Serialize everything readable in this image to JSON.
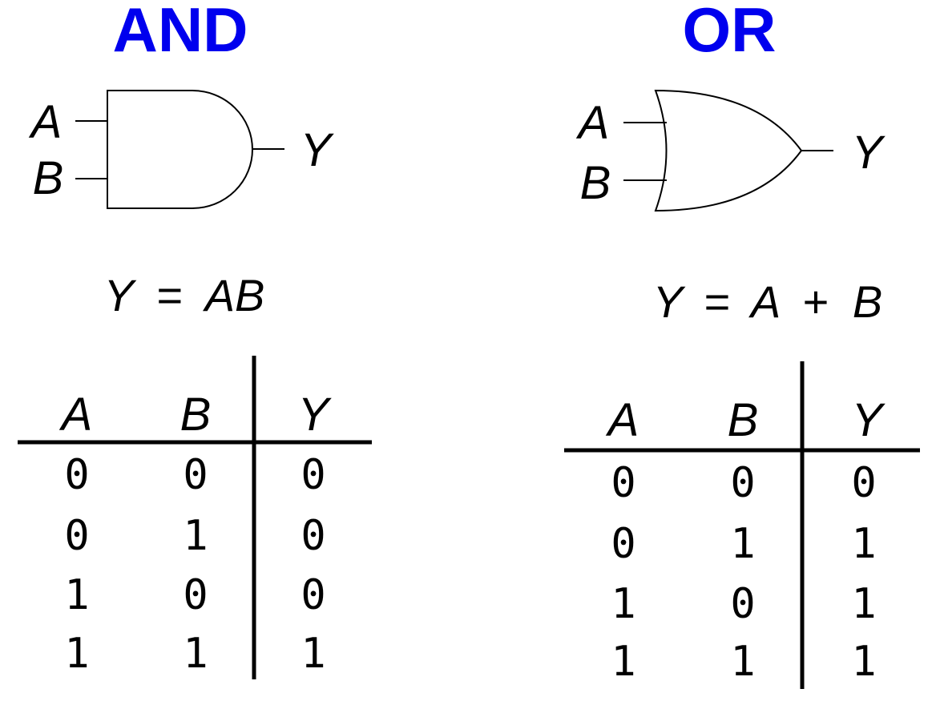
{
  "colors": {
    "title": "#0000ee",
    "ink": "#000000",
    "background": "#ffffff"
  },
  "gates": [
    {
      "title": "AND",
      "inputs": [
        "A",
        "B"
      ],
      "output": "Y",
      "equation": {
        "lhs": "Y",
        "op": "=",
        "rhs": "AB"
      },
      "truth_table": {
        "headers": [
          "A",
          "B",
          "Y"
        ],
        "rows": [
          [
            "0",
            "0",
            "0"
          ],
          [
            "0",
            "1",
            "0"
          ],
          [
            "1",
            "0",
            "0"
          ],
          [
            "1",
            "1",
            "1"
          ]
        ]
      }
    },
    {
      "title": "OR",
      "inputs": [
        "A",
        "B"
      ],
      "output": "Y",
      "equation": {
        "lhs": "Y",
        "op": "=",
        "rhs_a": "A",
        "plus": "+",
        "rhs_b": "B"
      },
      "truth_table": {
        "headers": [
          "A",
          "B",
          "Y"
        ],
        "rows": [
          [
            "0",
            "0",
            "0"
          ],
          [
            "0",
            "1",
            "1"
          ],
          [
            "1",
            "0",
            "1"
          ],
          [
            "1",
            "1",
            "1"
          ]
        ]
      }
    }
  ]
}
